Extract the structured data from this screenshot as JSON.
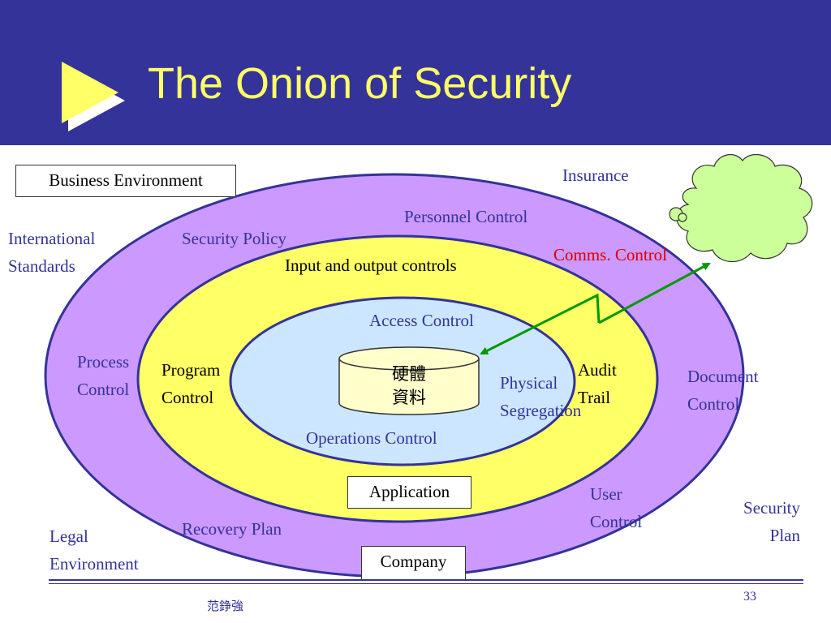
{
  "slide": {
    "title": "The Onion of Security",
    "page_number": "33",
    "author": "范錚強"
  },
  "colors": {
    "header": "#333399",
    "title": "#ffff66",
    "outer_ring": "#cc99ff",
    "middle_ring": "#ffff66",
    "inner_core": "#cce6ff",
    "cloud": "#ccff99",
    "arrow": "#009900",
    "label_blue": "#333399",
    "label_red": "#dd0000"
  },
  "boxes": {
    "business_environment": "Business Environment",
    "application": "Application",
    "company": "Company"
  },
  "database": {
    "line1": "硬體",
    "line2": "資料"
  },
  "labels": {
    "insurance": "Insurance",
    "personnel_control": "Personnel Control",
    "international": "International",
    "standards": "Standards",
    "security_policy": "Security Policy",
    "comms_control": "Comms. Control",
    "input_output": "Input and output controls",
    "access_control": "Access Control",
    "process": "Process",
    "control": "Control",
    "program": "Program",
    "program_control": "Control",
    "audit": "Audit",
    "trail": "Trail",
    "physical": "Physical",
    "segregation": "Segregation",
    "document": "Document",
    "document_control": "Control",
    "operations_control": "Operations Control",
    "user": "User",
    "user_control": "Control",
    "security": "Security",
    "plan": "Plan",
    "legal": "Legal",
    "environment": "Environment",
    "recovery_plan": "Recovery Plan"
  }
}
